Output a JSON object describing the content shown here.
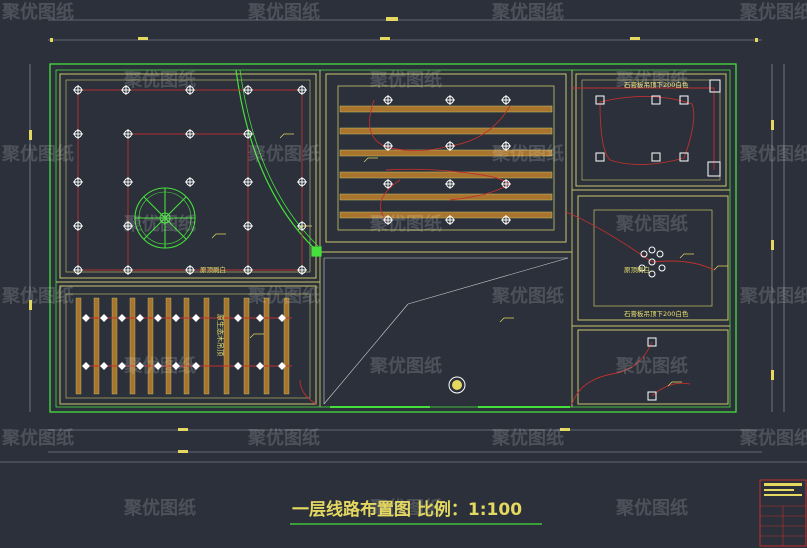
{
  "drawing": {
    "title": "一层线路布置图  比例：1:100",
    "watermark": "聚优图纸",
    "colors": {
      "background": "#2b303a",
      "wall": "#46e03c",
      "frame": "#c8c66a",
      "circuit": "#c0302e",
      "dimension": "#e4d860",
      "joist": "#a8742e",
      "light": "#ffffff"
    },
    "labels": {
      "room_tr": "石膏板吊顶下200白色",
      "room_mr_center": "原顶刷白",
      "room_mr_bottom": "石膏板吊顶下200白色",
      "room_tl": "原顶刷白",
      "stair_text": "原生态木吊顶"
    },
    "icons": [
      "spiral-stair-icon",
      "chandelier-icon",
      "ceiling-light-icon",
      "downlight-icon",
      "title-block-icon"
    ]
  }
}
